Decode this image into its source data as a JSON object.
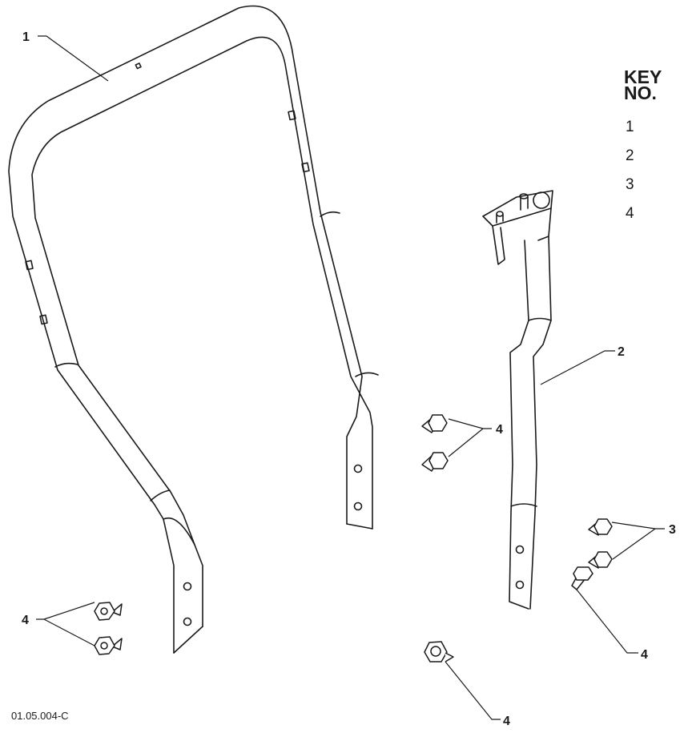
{
  "key": {
    "header_line1": "KEY",
    "header_line2": "NO.",
    "items": [
      "1",
      "2",
      "3",
      "4"
    ]
  },
  "callouts": {
    "part1": "1",
    "part2": "2",
    "part3": "3",
    "part4_a": "4",
    "part4_b": "4",
    "part4_c": "4",
    "part4_d": "4"
  },
  "figure_code": "01.05.004-C",
  "colors": {
    "line": "#1a1a1a",
    "background": "#ffffff"
  }
}
